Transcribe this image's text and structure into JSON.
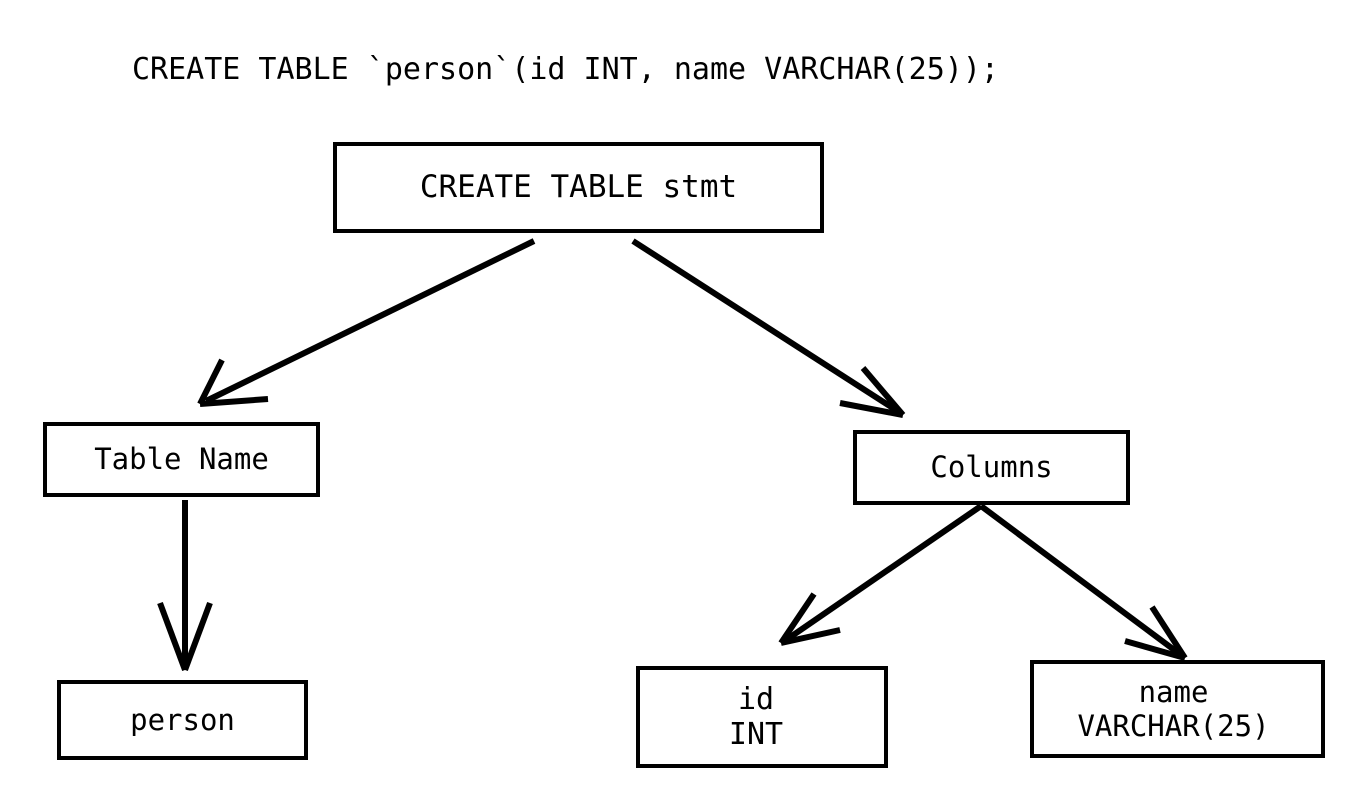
{
  "diagram": {
    "title": "CREATE TABLE `person`(id INT, name VARCHAR(25));",
    "kind": "parse-tree",
    "background_color": "#ffffff",
    "stroke_color": "#000000",
    "nodes": [
      {
        "id": "root",
        "label": "CREATE TABLE stmt",
        "lines": [
          "CREATE TABLE stmt"
        ]
      },
      {
        "id": "tablename",
        "label": "Table Name",
        "lines": [
          "Table Name"
        ]
      },
      {
        "id": "columns",
        "label": "Columns",
        "lines": [
          "Columns"
        ]
      },
      {
        "id": "person",
        "label": "person",
        "lines": [
          "person"
        ]
      },
      {
        "id": "col-id",
        "label": "id INT",
        "lines": [
          "id",
          "INT"
        ]
      },
      {
        "id": "col-name",
        "label": "name VARCHAR(25)",
        "lines": [
          "name",
          "VARCHAR(25)"
        ]
      }
    ],
    "edges": [
      {
        "from": "root",
        "to": "tablename",
        "arrow": "open-v"
      },
      {
        "from": "root",
        "to": "columns",
        "arrow": "open-v"
      },
      {
        "from": "tablename",
        "to": "person",
        "arrow": "open-v"
      },
      {
        "from": "columns",
        "to": "col-id",
        "arrow": "open-v"
      },
      {
        "from": "columns",
        "to": "col-name",
        "arrow": "open-v"
      }
    ]
  }
}
